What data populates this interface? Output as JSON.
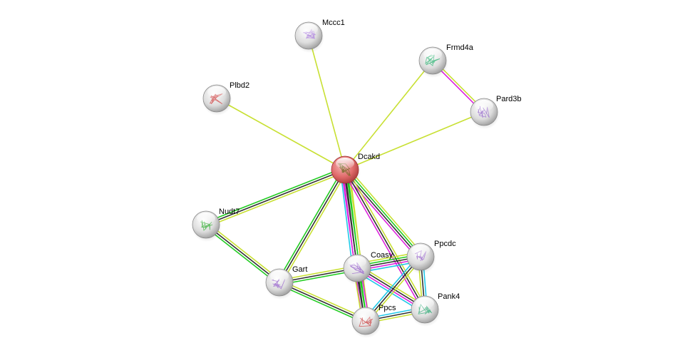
{
  "title": "Protein interaction network",
  "query_node": "Dcakd",
  "evidence_colors": {
    "textmining": "#c8e033",
    "coexpression": "#333333",
    "database": "#22c8e8",
    "experimental": "#dd22dd",
    "neighborhood": "#22cc22"
  },
  "node_fill": {
    "query": "#e06a6a",
    "default": "#dcdcdc"
  },
  "nodes": [
    {
      "id": "Mccc1",
      "label": "Mccc1",
      "query": false,
      "struct_color": "#b48ce0"
    },
    {
      "id": "Frmd4a",
      "label": "Frmd4a",
      "query": false,
      "struct_color": "#3cb87c"
    },
    {
      "id": "Plbd2",
      "label": "Plbd2",
      "query": false,
      "struct_color": "#d45a5a"
    },
    {
      "id": "Pard3b",
      "label": "Pard3b",
      "query": false,
      "struct_color": "#a078d0"
    },
    {
      "id": "Dcakd",
      "label": "Dcakd",
      "query": true,
      "struct_color": "#6a6a20"
    },
    {
      "id": "Nudt7",
      "label": "Nudt7",
      "query": false,
      "struct_color": "#50b850"
    },
    {
      "id": "Gart",
      "label": "Gart",
      "query": false,
      "struct_color": "#a070d0"
    },
    {
      "id": "Coasy",
      "label": "Coasy",
      "query": false,
      "struct_color": "#a070d0"
    },
    {
      "id": "Ppcdc",
      "label": "Ppcdc",
      "query": false,
      "struct_color": "#a070d0"
    },
    {
      "id": "Ppcs",
      "label": "Ppcs",
      "query": false,
      "struct_color": "#d05050"
    },
    {
      "id": "Pank4",
      "label": "Pank4",
      "query": false,
      "struct_color": "#40b080"
    }
  ],
  "edges": [
    {
      "source": "Dcakd",
      "target": "Mccc1",
      "evidence": [
        "textmining"
      ]
    },
    {
      "source": "Dcakd",
      "target": "Plbd2",
      "evidence": [
        "textmining"
      ]
    },
    {
      "source": "Dcakd",
      "target": "Frmd4a",
      "evidence": [
        "textmining"
      ]
    },
    {
      "source": "Dcakd",
      "target": "Pard3b",
      "evidence": [
        "textmining"
      ]
    },
    {
      "source": "Frmd4a",
      "target": "Pard3b",
      "evidence": [
        "textmining",
        "experimental"
      ]
    },
    {
      "source": "Dcakd",
      "target": "Nudt7",
      "evidence": [
        "textmining",
        "coexpression",
        "neighborhood"
      ]
    },
    {
      "source": "Dcakd",
      "target": "Gart",
      "evidence": [
        "textmining",
        "coexpression",
        "neighborhood"
      ]
    },
    {
      "source": "Dcakd",
      "target": "Coasy",
      "evidence": [
        "textmining",
        "neighborhood",
        "coexpression",
        "experimental",
        "database"
      ]
    },
    {
      "source": "Dcakd",
      "target": "Ppcs",
      "evidence": [
        "textmining",
        "neighborhood",
        "coexpression",
        "experimental"
      ]
    },
    {
      "source": "Dcakd",
      "target": "Ppcdc",
      "evidence": [
        "textmining",
        "neighborhood",
        "coexpression",
        "experimental"
      ]
    },
    {
      "source": "Dcakd",
      "target": "Pank4",
      "evidence": [
        "textmining",
        "coexpression",
        "experimental"
      ]
    },
    {
      "source": "Nudt7",
      "target": "Gart",
      "evidence": [
        "textmining",
        "coexpression",
        "neighborhood"
      ]
    },
    {
      "source": "Gart",
      "target": "Coasy",
      "evidence": [
        "textmining",
        "coexpression",
        "neighborhood"
      ]
    },
    {
      "source": "Gart",
      "target": "Ppcs",
      "evidence": [
        "textmining",
        "coexpression",
        "neighborhood"
      ]
    },
    {
      "source": "Coasy",
      "target": "Ppcs",
      "evidence": [
        "experimental",
        "neighborhood",
        "coexpression",
        "textmining"
      ]
    },
    {
      "source": "Coasy",
      "target": "Ppcdc",
      "evidence": [
        "textmining",
        "neighborhood",
        "coexpression",
        "experimental",
        "database"
      ]
    },
    {
      "source": "Coasy",
      "target": "Pank4",
      "evidence": [
        "textmining",
        "coexpression",
        "experimental",
        "database"
      ]
    },
    {
      "source": "Ppcdc",
      "target": "Ppcs",
      "evidence": [
        "textmining",
        "coexpression",
        "database"
      ]
    },
    {
      "source": "Ppcdc",
      "target": "Pank4",
      "evidence": [
        "database",
        "coexpression",
        "textmining"
      ]
    },
    {
      "source": "Ppcs",
      "target": "Pank4",
      "evidence": [
        "database",
        "coexpression",
        "textmining"
      ]
    }
  ]
}
